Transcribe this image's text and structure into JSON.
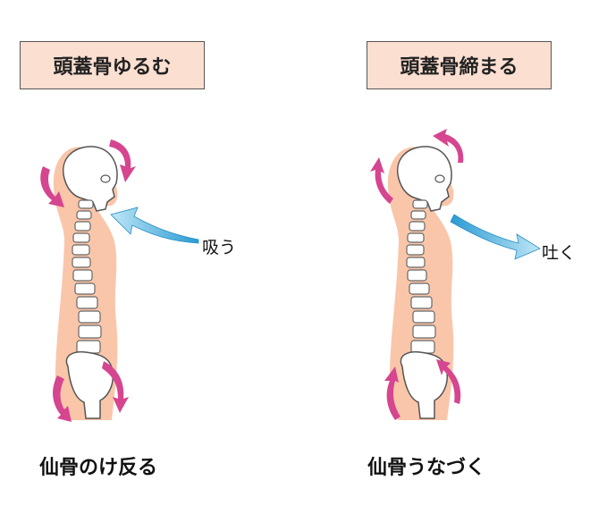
{
  "left": {
    "title": "頭蓋骨ゆるむ",
    "breath": "吸う",
    "caption": "仙骨のけ反る"
  },
  "right": {
    "title": "頭蓋骨締まる",
    "breath": "吐く",
    "caption": "仙骨うなづく"
  },
  "colors": {
    "label_bg": "#fbdfd1",
    "body": "#f9c6aa",
    "pink_arrow": "#d6458f",
    "blue_arrow": "#3aa6d8"
  }
}
